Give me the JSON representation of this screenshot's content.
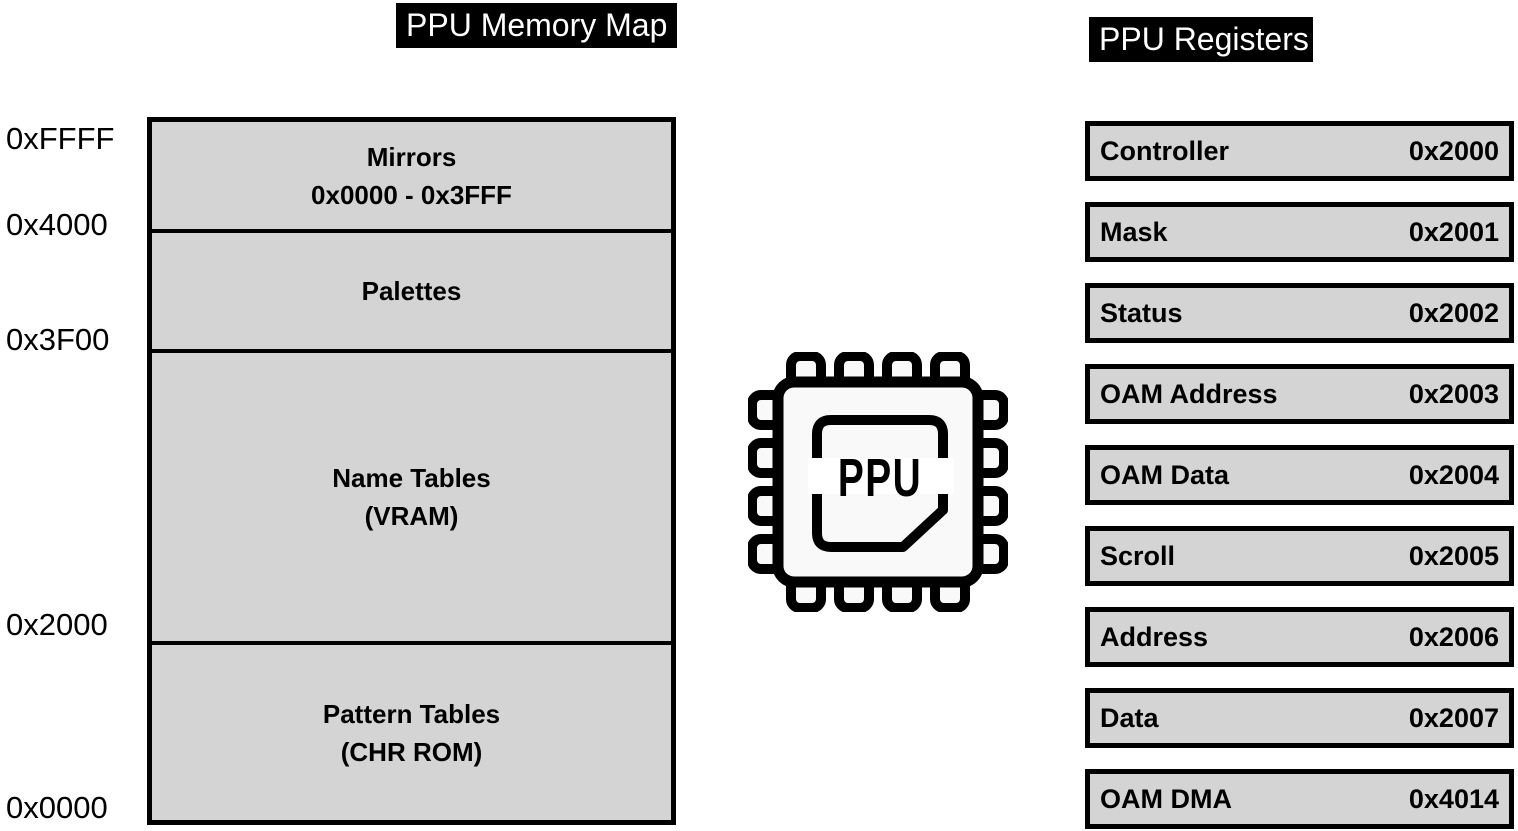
{
  "titles": {
    "memory_map": "PPU Memory Map",
    "registers": "PPU Registers"
  },
  "memory_map": {
    "address_labels": [
      "0xFFFF",
      "0x4000",
      "0x3F00",
      "0x2000",
      "0x0000"
    ],
    "sections": [
      {
        "label": "Mirrors",
        "sublabel": "0x0000 - 0x3FFF"
      },
      {
        "label": "Palettes",
        "sublabel": ""
      },
      {
        "label": "Name Tables",
        "sublabel": "(VRAM)"
      },
      {
        "label": "Pattern Tables",
        "sublabel": "(CHR ROM)"
      }
    ]
  },
  "chip": {
    "label": "PPU"
  },
  "registers": {
    "items": [
      {
        "name": "Controller",
        "address": "0x2000"
      },
      {
        "name": "Mask",
        "address": "0x2001"
      },
      {
        "name": "Status",
        "address": "0x2002"
      },
      {
        "name": "OAM Address",
        "address": "0x2003"
      },
      {
        "name": "OAM Data",
        "address": "0x2004"
      },
      {
        "name": "Scroll",
        "address": "0x2005"
      },
      {
        "name": "Address",
        "address": "0x2006"
      },
      {
        "name": "Data",
        "address": "0x2007"
      },
      {
        "name": "OAM DMA",
        "address": "0x4014"
      }
    ]
  },
  "colors": {
    "box_fill": "#d4d4d4",
    "line": "#000000",
    "title_bg": "#000000",
    "title_fg": "#ffffff",
    "chip_fill": "#f9f9f9",
    "page_bg": "#ffffff"
  }
}
